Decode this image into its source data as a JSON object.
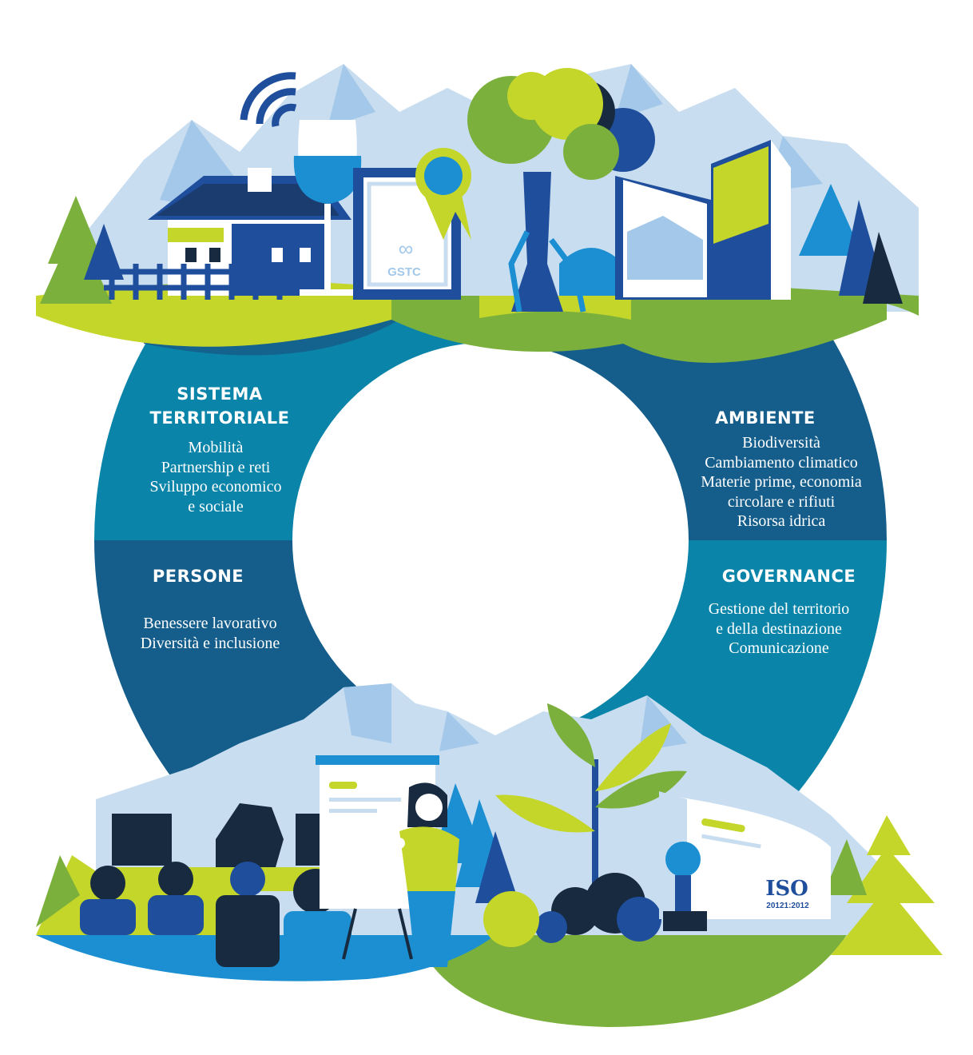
{
  "colors": {
    "teal": "#0a84a8",
    "navy": "#155e8b",
    "lime": "#c5d62b",
    "green": "#7cb03c",
    "sky": "#c8ddf0",
    "blue": "#1b8fd2",
    "dark": "#172a3f"
  },
  "quadrants": [
    {
      "title": "SISTEMA TERRITORIALE",
      "items": [
        "Mobilità",
        "Partnership e reti",
        "Sviluppo economico",
        "e sociale"
      ]
    },
    {
      "title": "AMBIENTE",
      "items": [
        "Biodiversità",
        "Cambiamento climatico",
        "Materie prime, economia",
        "circolare e rifiuti",
        "Risorsa idrica"
      ]
    },
    {
      "title": "PERSONE",
      "items": [
        "Benessere lavorativo",
        "Diversità e inclusione"
      ]
    },
    {
      "title": "GOVERNANCE",
      "items": [
        "Gestione del territorio",
        "e della destinazione",
        "Comunicazione"
      ]
    }
  ],
  "badges": {
    "gstc": "GSTC",
    "iso": "ISO",
    "iso_code": "20121:2012"
  }
}
